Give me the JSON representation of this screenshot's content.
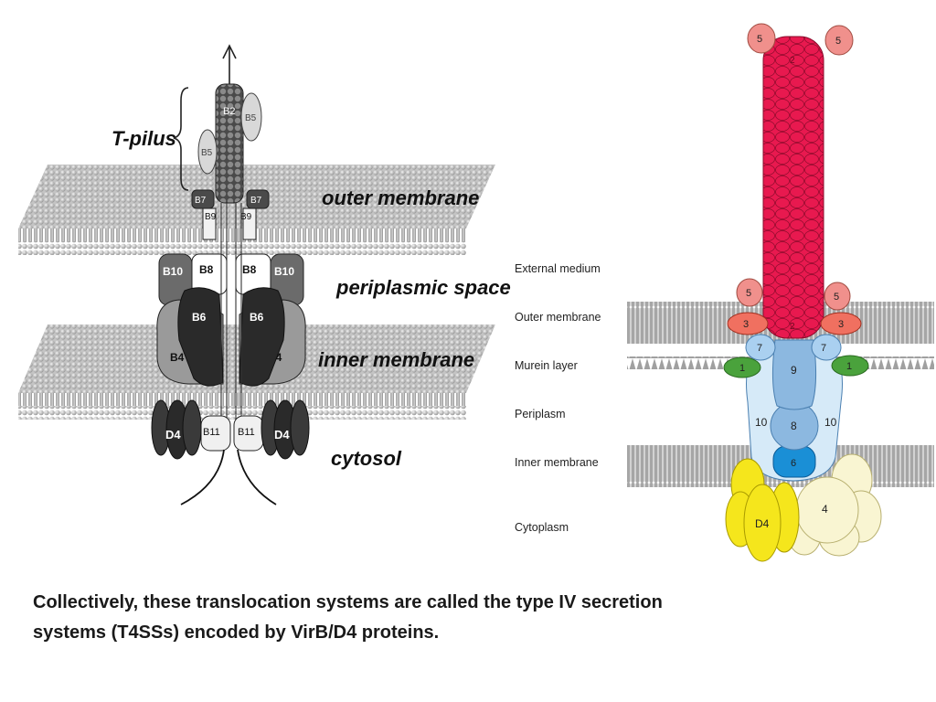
{
  "left_diagram": {
    "labels": {
      "tpilus": "T-pilus",
      "outer_membrane": "outer membrane",
      "periplasmic_space": "periplasmic space",
      "inner_membrane": "inner membrane",
      "cytosol": "cytosol"
    },
    "proteins": {
      "b2": "B2",
      "b5": "B5",
      "b7": "B7",
      "b9": "B9",
      "b10": "B10",
      "b8": "B8",
      "b6": "B6",
      "b4": "B4",
      "d4": "D4",
      "b11": "B11"
    }
  },
  "right_diagram": {
    "layers": {
      "external_medium": "External medium",
      "outer_membrane": "Outer membrane",
      "murein_layer": "Murein layer",
      "periplasm": "Periplasm",
      "inner_membrane": "Inner membrane",
      "cytoplasm": "Cytoplasm"
    },
    "numbers": {
      "n1": "1",
      "n2": "2",
      "n3": "3",
      "n4": "4",
      "n5": "5",
      "n6": "6",
      "n7": "7",
      "n8": "8",
      "n9": "9",
      "n10": "10",
      "d4": "D4"
    },
    "colors": {
      "pilus": "#e8194f",
      "tip": "#f0908c",
      "core": "#8cb8e0",
      "chamber": "#d6eaf8",
      "inner_core": "#1a8fd6",
      "atpase_d4": "#f5e61c",
      "atpase_4": "#f9f5d2",
      "murein": "#4aa23c",
      "membrane": "#a6a6a6"
    }
  },
  "caption": {
    "line1": "Collectively, these translocation systems are called the type IV secretion",
    "line2": "systems (T4SSs) encoded by VirB/D4 proteins."
  }
}
